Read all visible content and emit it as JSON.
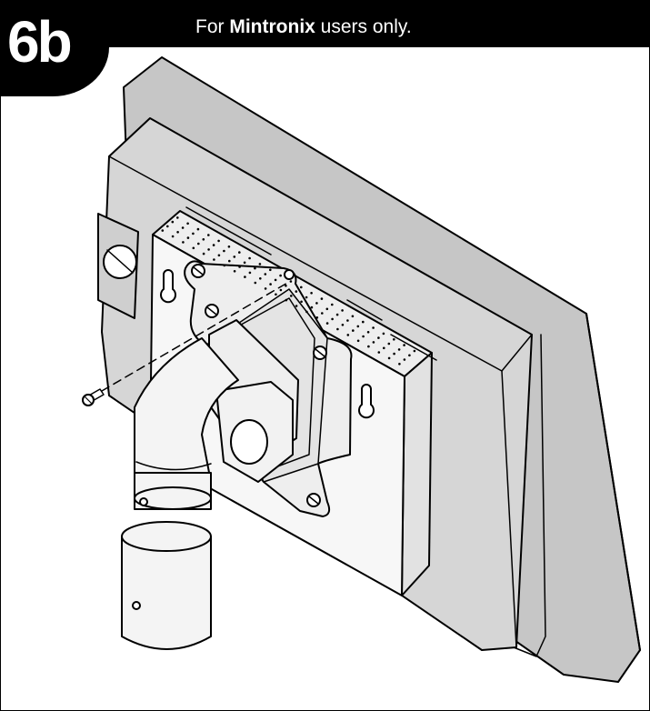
{
  "step": {
    "number": "6b",
    "note_prefix": "For ",
    "note_brand": "Mintronix",
    "note_suffix": " users only."
  },
  "colors": {
    "monitor_back": "#c6c6c6",
    "monitor_face": "#d3d3d3",
    "bracket": "#efefef",
    "outline": "#000000",
    "header": "#000000"
  }
}
